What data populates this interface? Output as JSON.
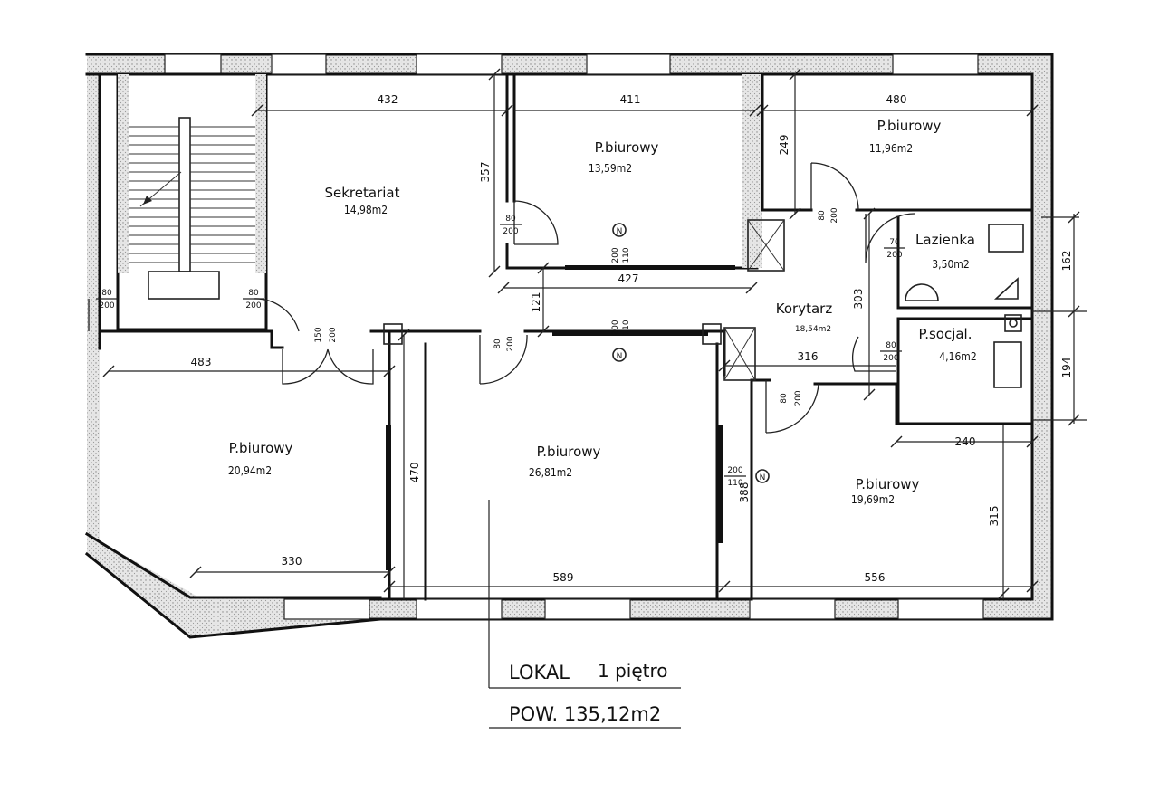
{
  "rooms": {
    "sekretariat": {
      "name": "Sekretariat",
      "area": "14,98m2"
    },
    "biurowy_top_mid": {
      "name": "P.biurowy",
      "area": "13,59m2"
    },
    "biurowy_top_right": {
      "name": "P.biurowy",
      "area": "11,96m2"
    },
    "lazienka": {
      "name": "Lazienka",
      "area": "3,50m2"
    },
    "korytarz": {
      "name": "Korytarz",
      "area": "18,54m2"
    },
    "socjal": {
      "name": "P.socjal.",
      "area": "4,16m2"
    },
    "biurowy_left": {
      "name": "P.biurowy",
      "area": "20,94m2"
    },
    "biurowy_center": {
      "name": "P.biurowy",
      "area": "26,81m2"
    },
    "biurowy_right": {
      "name": "P.biurowy",
      "area": "19,69m2"
    }
  },
  "dimensions": {
    "d432": "432",
    "d411": "411",
    "d480": "480",
    "d357": "357",
    "d249": "249",
    "d427": "427",
    "d121": "121",
    "d303": "303",
    "d162": "162",
    "d194": "194",
    "d316": "316",
    "d483": "483",
    "d240": "240",
    "d470": "470",
    "d388": "388",
    "d315": "315",
    "d330": "330",
    "d589": "589",
    "d556": "556"
  },
  "doors": {
    "d1_top": "80",
    "d1_bot": "200",
    "d2_top": "80",
    "d2_bot": "200",
    "d3_top": "80",
    "d3_bot": "200",
    "d4_top": "80",
    "d4_bot": "200",
    "d5_top": "70",
    "d5_bot": "200",
    "d6_top": "80",
    "d6_bot": "200",
    "d7_top": "80",
    "d7_bot": "200",
    "d8_top": "150",
    "d8_bot": "200",
    "d9_top": "80",
    "d9_bot": "200",
    "o1_top": "200",
    "o1_bot": "110",
    "o2_top": "200",
    "o2_bot": "110",
    "o3_top": "200",
    "o3_bot": "110"
  },
  "footer": {
    "title": "LOKAL",
    "floor": "1 piętro",
    "area": "POW. 135,12m2"
  },
  "symbols": {
    "north": "N"
  }
}
